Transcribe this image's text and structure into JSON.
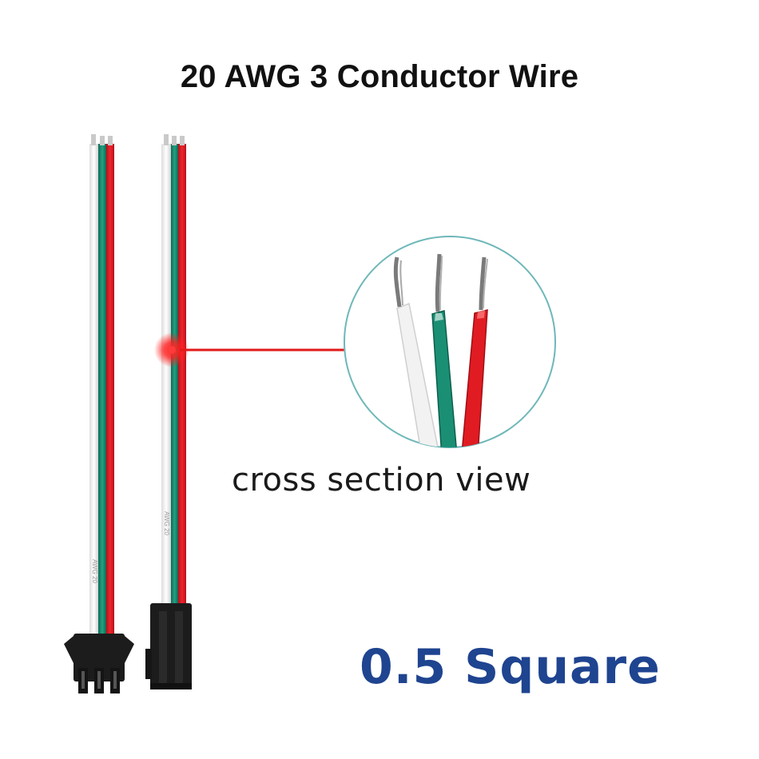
{
  "title": "20 AWG 3 Conductor Wire",
  "caption": "cross section view",
  "spec": "0.5 Square",
  "print_text": "AWG 20",
  "colors": {
    "title_text": "#111111",
    "spec_text": "#1f4490",
    "wire_white": "#f4f4f4",
    "wire_green": "#1a8f74",
    "wire_red": "#e11b22",
    "connector": "#1c1c1c",
    "callout_line": "#e21a1a",
    "circle_border": "#6fb7b9"
  },
  "elements": {
    "wire_harness_left": "3-pin male connector with white, green and red wires",
    "wire_harness_right": "3-pin female connector with white, green and red wires",
    "callout_marker": "red glow dot",
    "magnified_view": "circle showing stripped white, green and red conductors"
  }
}
